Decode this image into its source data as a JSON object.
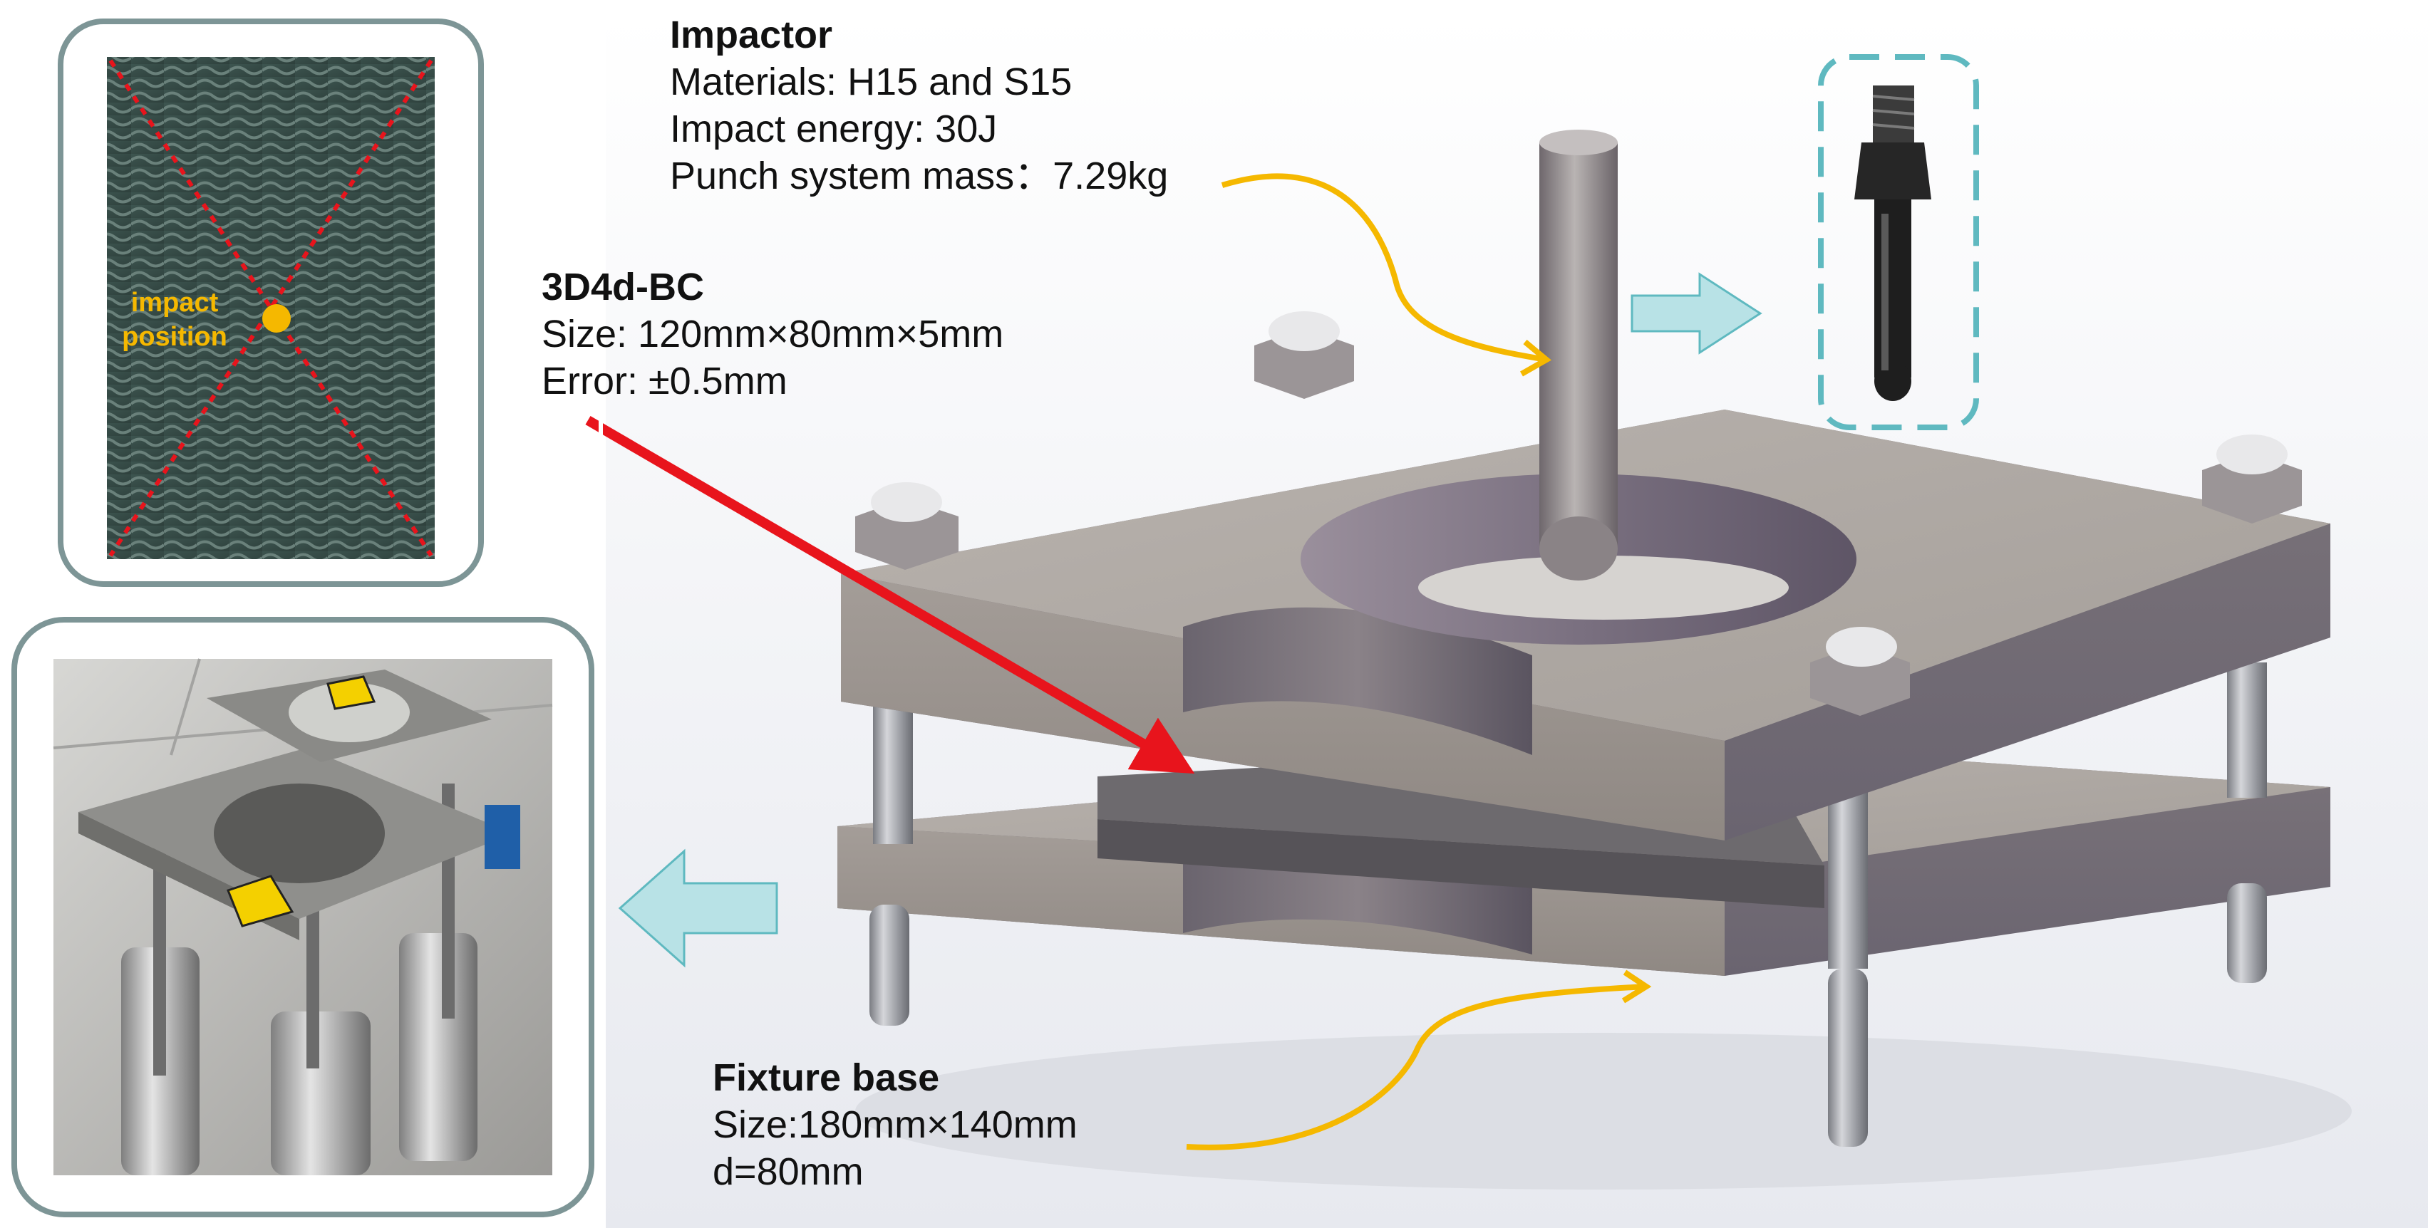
{
  "impactor": {
    "title": "Impactor",
    "lines": [
      "Materials: H15 and S15",
      "Impact energy: 30J",
      "Punch system mass：7.29kg"
    ]
  },
  "specimen": {
    "title": "3D4d-BC",
    "lines": [
      "Size: 120mm×80mm×5mm",
      "Error: ±0.5mm"
    ]
  },
  "fixture": {
    "title": "Fixture base",
    "lines": [
      "Size:180mm×140mm",
      "d=80mm"
    ]
  },
  "inset_specimen": {
    "label_line1": "impact",
    "label_line2": "position"
  },
  "colors": {
    "accent_orange": "#f5b800",
    "arrow_red": "#e8141c",
    "cyan_arrow": "#b8e2e6",
    "cyan_dash": "#5fb9c0",
    "inset_frame": "#7d9596",
    "cross_line": "#e8141c"
  }
}
